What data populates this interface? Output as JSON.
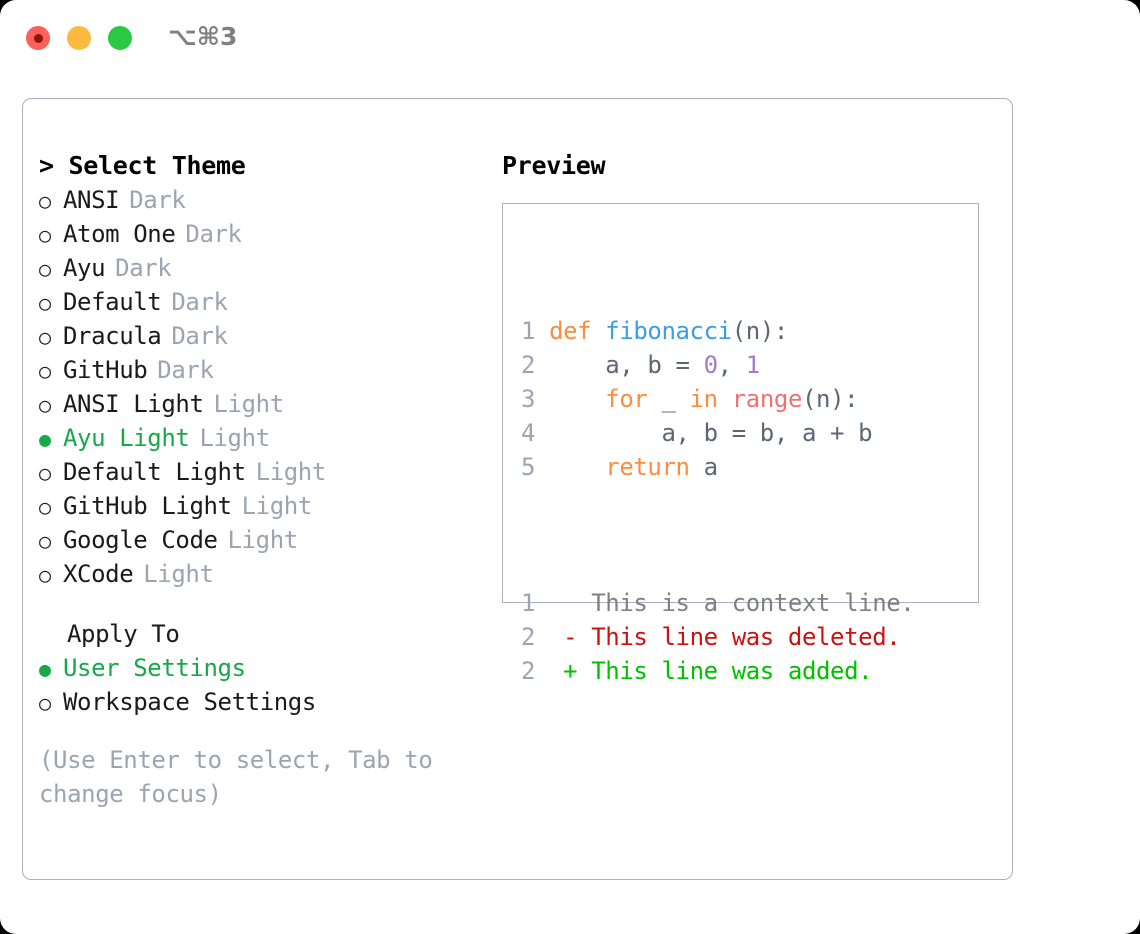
{
  "window": {
    "shortcut_label": "⌥⌘3",
    "traffic_lights": [
      "close-red",
      "minimize-yellow",
      "maximize-green"
    ]
  },
  "left": {
    "heading": "> Select Theme",
    "themes": [
      {
        "marker": "○",
        "name": "ANSI",
        "tag": "Dark",
        "selected": false
      },
      {
        "marker": "○",
        "name": "Atom One",
        "tag": "Dark",
        "selected": false
      },
      {
        "marker": "○",
        "name": "Ayu",
        "tag": "Dark",
        "selected": false
      },
      {
        "marker": "○",
        "name": "Default",
        "tag": "Dark",
        "selected": false
      },
      {
        "marker": "○",
        "name": "Dracula",
        "tag": "Dark",
        "selected": false
      },
      {
        "marker": "○",
        "name": "GitHub",
        "tag": "Dark",
        "selected": false
      },
      {
        "marker": "○",
        "name": "ANSI Light",
        "tag": "Light",
        "selected": false
      },
      {
        "marker": "●",
        "name": "Ayu Light",
        "tag": "Light",
        "selected": true
      },
      {
        "marker": "○",
        "name": "Default Light",
        "tag": "Light",
        "selected": false
      },
      {
        "marker": "○",
        "name": "GitHub Light",
        "tag": "Light",
        "selected": false
      },
      {
        "marker": "○",
        "name": "Google Code",
        "tag": "Light",
        "selected": false
      },
      {
        "marker": "○",
        "name": "XCode",
        "tag": "Light",
        "selected": false
      }
    ],
    "apply_to_heading": "Apply To",
    "apply_to": [
      {
        "marker": "●",
        "name": "User Settings",
        "selected": true
      },
      {
        "marker": "○",
        "name": "Workspace Settings",
        "selected": false
      }
    ],
    "hint": "(Use Enter to select, Tab to change focus)"
  },
  "right": {
    "preview_title": "Preview",
    "code_lines": [
      {
        "n": "1",
        "tokens": [
          {
            "t": "def ",
            "c": "kw"
          },
          {
            "t": "fibonacci",
            "c": "fn"
          },
          {
            "t": "(n):",
            "c": "pl"
          }
        ]
      },
      {
        "n": "2",
        "tokens": [
          {
            "t": "    a, b = ",
            "c": "pl"
          },
          {
            "t": "0",
            "c": "num"
          },
          {
            "t": ", ",
            "c": "pl"
          },
          {
            "t": "1",
            "c": "num"
          }
        ]
      },
      {
        "n": "3",
        "tokens": [
          {
            "t": "    ",
            "c": "pl"
          },
          {
            "t": "for",
            "c": "kw"
          },
          {
            "t": " _ ",
            "c": "pl"
          },
          {
            "t": "in",
            "c": "kw"
          },
          {
            "t": " ",
            "c": "pl"
          },
          {
            "t": "range",
            "c": "bi"
          },
          {
            "t": "(n):",
            "c": "pl"
          }
        ]
      },
      {
        "n": "4",
        "tokens": [
          {
            "t": "        a, b = b, a + b",
            "c": "pl"
          }
        ]
      },
      {
        "n": "5",
        "tokens": [
          {
            "t": "    ",
            "c": "pl"
          },
          {
            "t": "return",
            "c": "kw"
          },
          {
            "t": " a",
            "c": "pl"
          }
        ]
      }
    ],
    "diff_lines": [
      {
        "n": "1",
        "sign": "  ",
        "text": "This is a context line.",
        "c": "ctx"
      },
      {
        "n": "2",
        "sign": "- ",
        "text": "This line was deleted.",
        "c": "del"
      },
      {
        "n": "2",
        "sign": "+ ",
        "text": "This line was added.",
        "c": "add"
      }
    ]
  },
  "colors": {
    "selected_green": "#16a849",
    "muted": "#9aa5b1",
    "border": "#a8b2c0",
    "keyword": "#fa8d3e",
    "function": "#399ee6",
    "builtin": "#f07171",
    "number": "#a37acc",
    "diff_deleted": "#cc1111",
    "diff_added": "#00c000"
  }
}
